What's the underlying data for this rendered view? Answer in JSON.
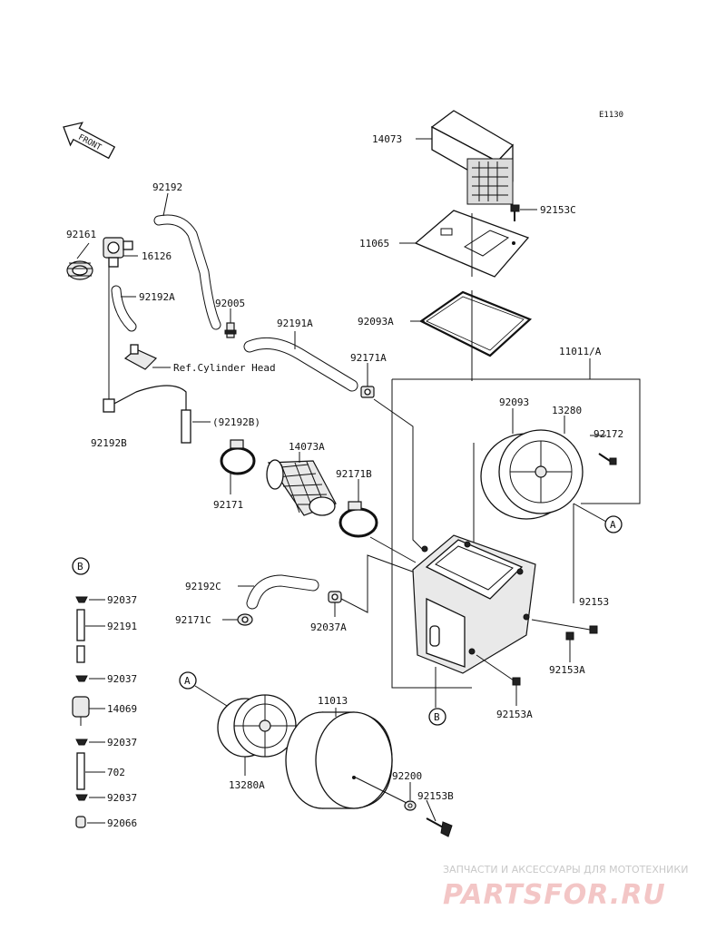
{
  "ref_code": "E1130",
  "front_label": "FRONT",
  "ref_note": "Ref.Cylinder Head",
  "callouts": {
    "c14073": "14073",
    "c11065": "11065",
    "c92153C": "92153C",
    "c92093A": "92093A",
    "c11011A": "11011/A",
    "c92093": "92093",
    "c13280": "13280",
    "c92172": "92172",
    "c92192": "92192",
    "c92161": "92161",
    "c16126": "16126",
    "c92192A": "92192A",
    "c92005": "92005",
    "c92191A": "92191A",
    "c92171A": "92171A",
    "c92192B": "92192B",
    "c92192Bp": "(92192B)",
    "c14073A": "14073A",
    "c92171B": "92171B",
    "c92171": "92171",
    "c92192C": "92192C",
    "c92171C": "92171C",
    "c92037A": "92037A",
    "c92153": "92153",
    "c92153A1": "92153A",
    "c92153A2": "92153A",
    "c11013": "11013",
    "c13280A": "13280A",
    "c92200": "92200",
    "c92153B": "92153B"
  },
  "markers": {
    "A1": "A",
    "A2": "A",
    "B1": "B",
    "B2": "B"
  },
  "side_list": [
    {
      "code": "92037"
    },
    {
      "code": "92191"
    },
    {
      "code": "92037"
    },
    {
      "code": "14069"
    },
    {
      "code": "92037"
    },
    {
      "code": "702"
    },
    {
      "code": "92037"
    },
    {
      "code": "92066"
    }
  ],
  "watermark": {
    "tagline": "ЗАПЧАСТИ И АКСЕССУАРЫ ДЛЯ МОТОТЕХНИКИ",
    "logo": "PARTSFOR.RU"
  }
}
